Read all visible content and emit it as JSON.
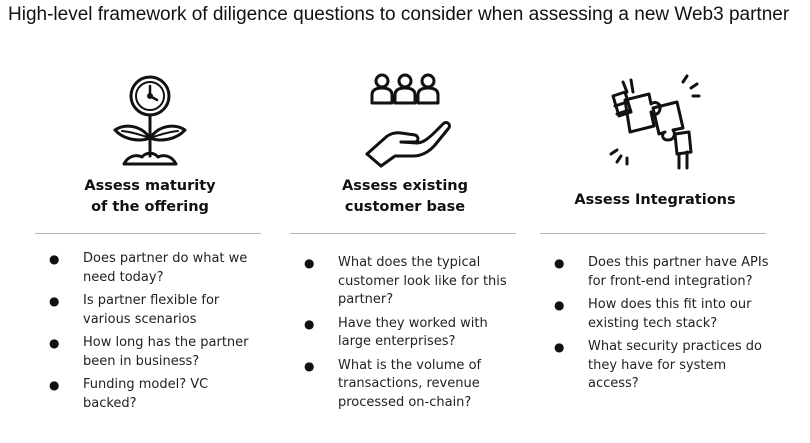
{
  "title": "High-level framework of diligence questions to consider when assessing a new Web3 partner",
  "columns": [
    {
      "icon": "plant-clock-icon",
      "heading_line1": "Assess maturity",
      "heading_line2": "of the offering",
      "questions": [
        "Does partner do what we need today?",
        "Is partner flexible for various scenarios",
        "How long has the partner been in business?",
        "Funding model? VC backed?"
      ]
    },
    {
      "icon": "customers-hand-icon",
      "heading_line1": "Assess existing",
      "heading_line2": "customer base",
      "questions": [
        "What does the typical customer look like for this partner?",
        "Have they worked with large enterprises?",
        "What is the volume of transactions, revenue processed on-chain?"
      ]
    },
    {
      "icon": "puzzle-hands-icon",
      "heading_line1": "Assess Integrations",
      "heading_line2": "",
      "questions": [
        "Does this partner have APIs for front-end integration?",
        "How does this fit into our existing tech stack?",
        "What security practices do they have for system access?"
      ]
    }
  ]
}
